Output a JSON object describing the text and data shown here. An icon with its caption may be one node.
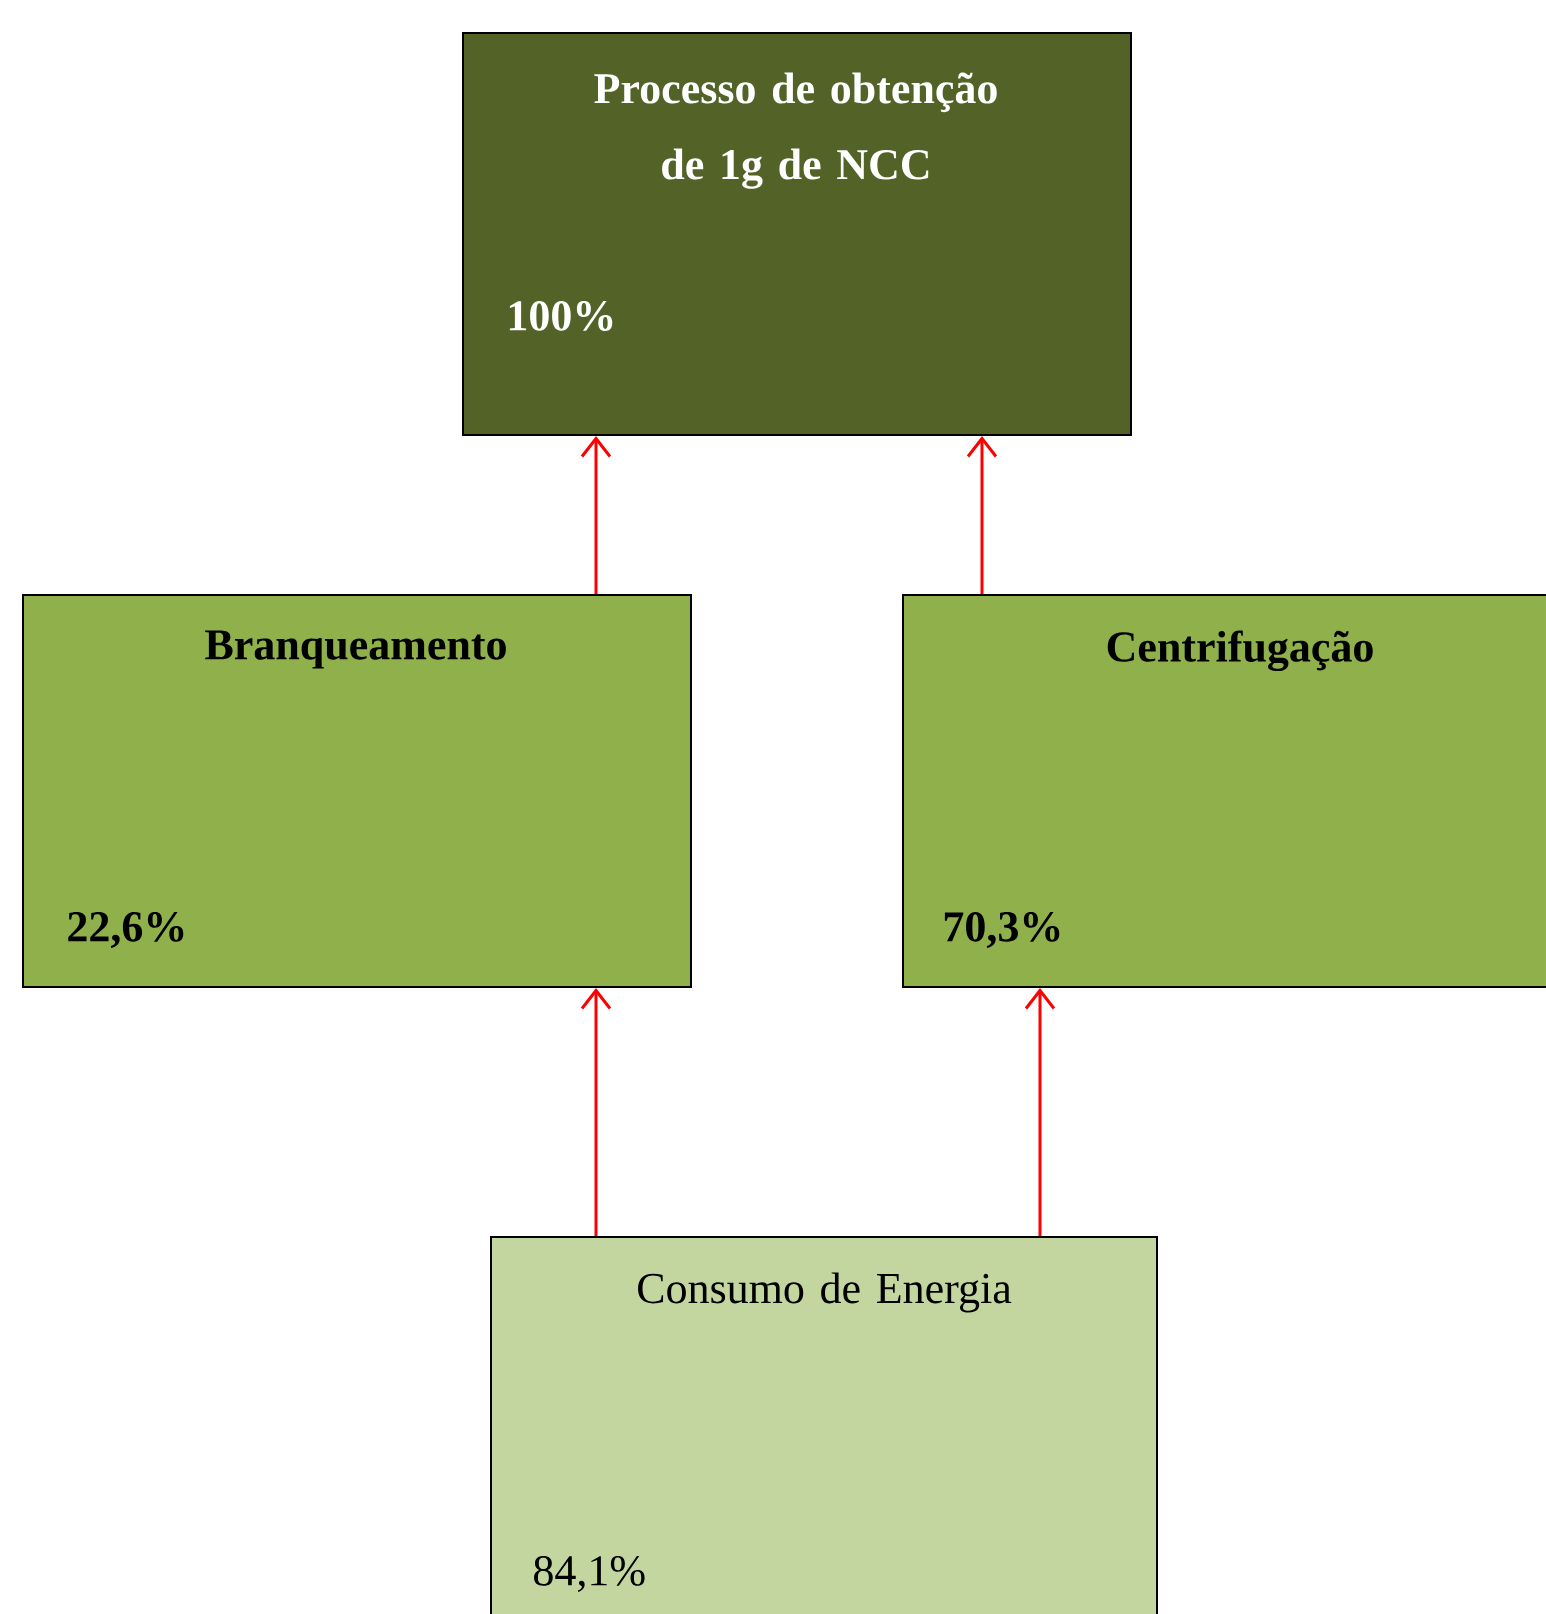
{
  "diagram": {
    "nodes": [
      {
        "text": [
          "Processo de obtenção de 1g de NCC",
          "100%"
        ]
      },
      {
        "text": [
          "Branqueamento",
          "22,6%"
        ]
      },
      {
        "text": [
          "Centrifugação",
          "70,3%"
        ]
      },
      {
        "text": [
          "Consumo de Energia",
          "84,1%"
        ]
      }
    ],
    "edges": [
      {
        "from": 1,
        "to": 0,
        "arrow": "to"
      },
      {
        "from": 2,
        "to": 0,
        "arrow": "to"
      },
      {
        "from": 3,
        "to": 1,
        "arrow": "to"
      },
      {
        "from": 3,
        "to": 2,
        "arrow": "to"
      }
    ]
  }
}
